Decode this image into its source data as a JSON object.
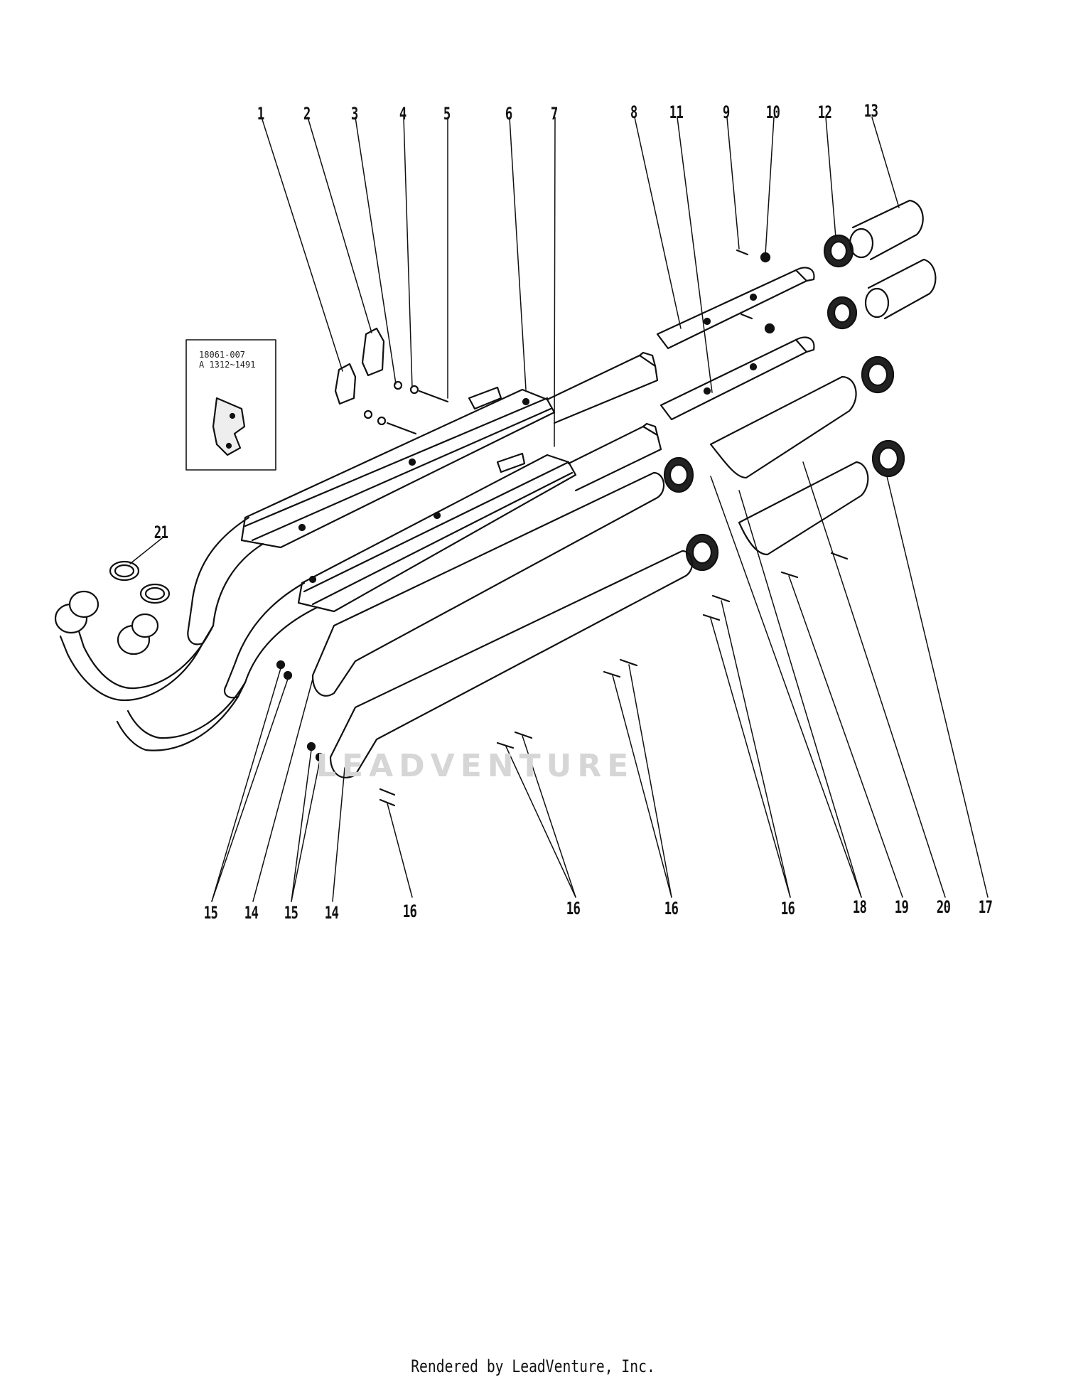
{
  "callouts": {
    "top": [
      "1",
      "2",
      "3",
      "4",
      "5",
      "6",
      "7",
      "8",
      "11",
      "9",
      "10",
      "12",
      "13"
    ],
    "side": "21",
    "bottom": [
      "15",
      "14",
      "15",
      "14",
      "16",
      "16",
      "16",
      "16",
      "18",
      "19",
      "20",
      "17"
    ]
  },
  "inset": {
    "part_number": "18061-007",
    "serial_range": "A 1312~1491"
  },
  "watermark": "LEADVENTURE",
  "footer": "Rendered by LeadVenture, Inc."
}
